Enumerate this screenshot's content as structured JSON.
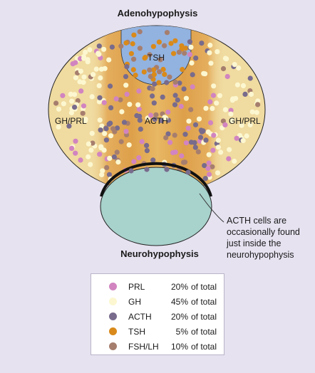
{
  "labels": {
    "adenohypophysis": "Adenohypophysis",
    "neurohypophysis": "Neurohypophysis",
    "tsh_region": "TSH",
    "gh_prl_left": "GH/PRL",
    "acth_region": "ACTH",
    "gh_prl_right": "GH/PRL"
  },
  "annotation": {
    "lines": [
      "ACTH cells are",
      "occasionally found",
      "just inside the",
      "neurohypophysis"
    ]
  },
  "legend": {
    "items": [
      {
        "name": "PRL",
        "percent": "20%",
        "suffix": "of total",
        "color": "#d184c0"
      },
      {
        "name": "GH",
        "percent": "45%",
        "suffix": "of total",
        "color": "#fcf7d0"
      },
      {
        "name": "ACTH",
        "percent": "20%",
        "suffix": "of total",
        "color": "#786b8c"
      },
      {
        "name": "TSH",
        "percent": "5%",
        "suffix": "of total",
        "color": "#d98a1a"
      },
      {
        "name": "FSH/LH",
        "percent": "10%",
        "suffix": "of total",
        "color": "#a67e6e"
      }
    ]
  },
  "colors": {
    "background": "#e6e2f0",
    "anterior_lobe": "#f0dba0",
    "acth_zone": "#e2ac5c",
    "tsh_zone": "#92b2e0",
    "posterior_lobe": "#a8d2cc",
    "outline": "#222222"
  }
}
